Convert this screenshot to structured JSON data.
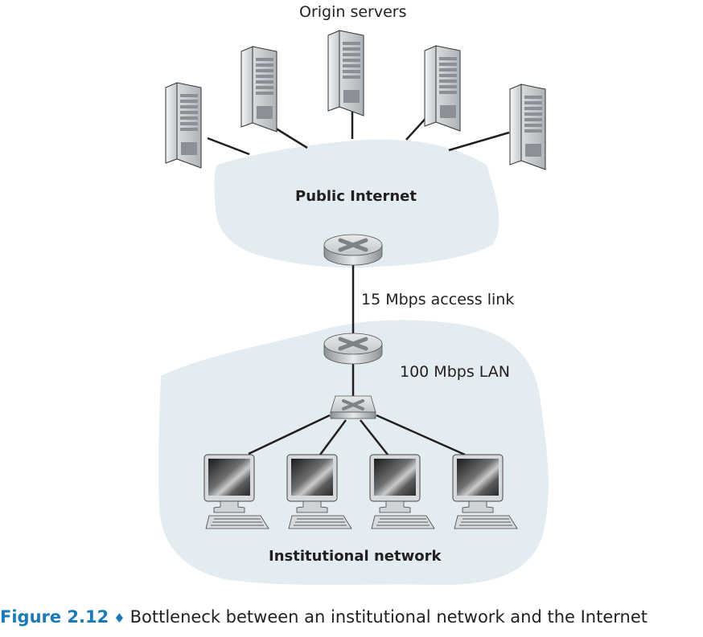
{
  "labels": {
    "origin_servers": "Origin servers",
    "public_internet": "Public Internet",
    "access_link": "15 Mbps access link",
    "lan": "100 Mbps LAN",
    "institutional_network": "Institutional network"
  },
  "caption": {
    "figure_number": "Figure 2.12",
    "separator": "♦",
    "text": "Bottleneck between an institutional network and the Internet"
  },
  "nodes": {
    "servers": [
      {
        "name": "origin-server-1"
      },
      {
        "name": "origin-server-2"
      },
      {
        "name": "origin-server-3"
      },
      {
        "name": "origin-server-4"
      },
      {
        "name": "origin-server-5"
      }
    ],
    "routers": [
      {
        "name": "internet-router"
      },
      {
        "name": "institutional-router"
      }
    ],
    "switch": {
      "name": "lan-switch"
    },
    "hosts": [
      {
        "name": "host-1"
      },
      {
        "name": "host-2"
      },
      {
        "name": "host-3"
      },
      {
        "name": "host-4"
      }
    ]
  },
  "colors": {
    "cloud": "#e3ecf1",
    "caption_accent": "#1a7ab7",
    "text": "#231f20"
  }
}
